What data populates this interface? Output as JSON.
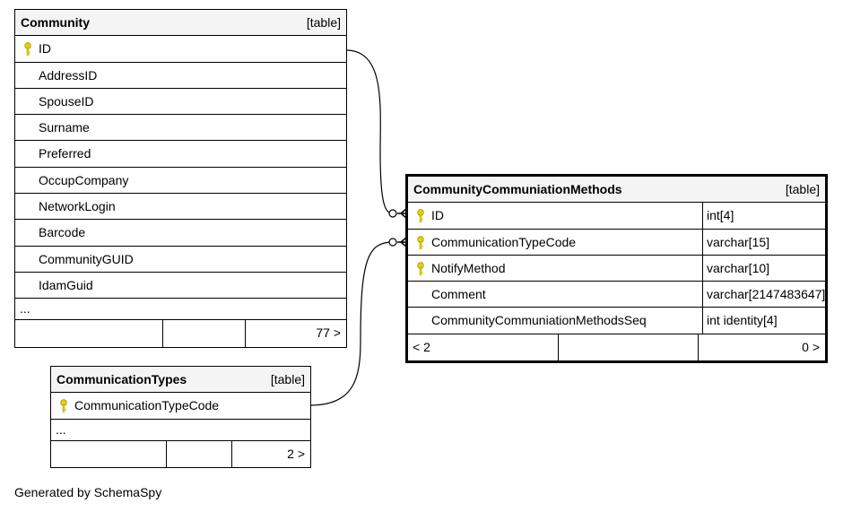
{
  "community": {
    "name": "Community",
    "kind": "[table]",
    "columns": [
      "ID",
      "AddressID",
      "SpouseID",
      "Surname",
      "Preferred",
      "OccupCompany",
      "NetworkLogin",
      "Barcode",
      "CommunityGUID",
      "IdamGuid"
    ],
    "primary_keys": [
      "ID"
    ],
    "ellipsis": "...",
    "footer": [
      "",
      "",
      "77 >"
    ]
  },
  "methods": {
    "name": "CommunityCommuniationMethods",
    "kind": "[table]",
    "columns": [
      {
        "name": "ID",
        "type": "int[4]",
        "key": true
      },
      {
        "name": "CommunicationTypeCode",
        "type": "varchar[15]",
        "key": true
      },
      {
        "name": "NotifyMethod",
        "type": "varchar[10]",
        "key": true
      },
      {
        "name": "Comment",
        "type": "varchar[2147483647]",
        "key": false
      },
      {
        "name": "CommunityCommuniationMethodsSeq",
        "type": "int identity[4]",
        "key": false
      }
    ],
    "footer": [
      "< 2",
      "",
      "0 >"
    ]
  },
  "types": {
    "name": "CommunicationTypes",
    "kind": "[table]",
    "columns": [
      "CommunicationTypeCode"
    ],
    "ellipsis": "...",
    "footer": [
      "",
      "",
      "2 >"
    ]
  },
  "credit": "Generated by SchemaSpy",
  "colors": {
    "key": "#e6d200",
    "header": "#f4f4f4",
    "line": "#000000"
  }
}
